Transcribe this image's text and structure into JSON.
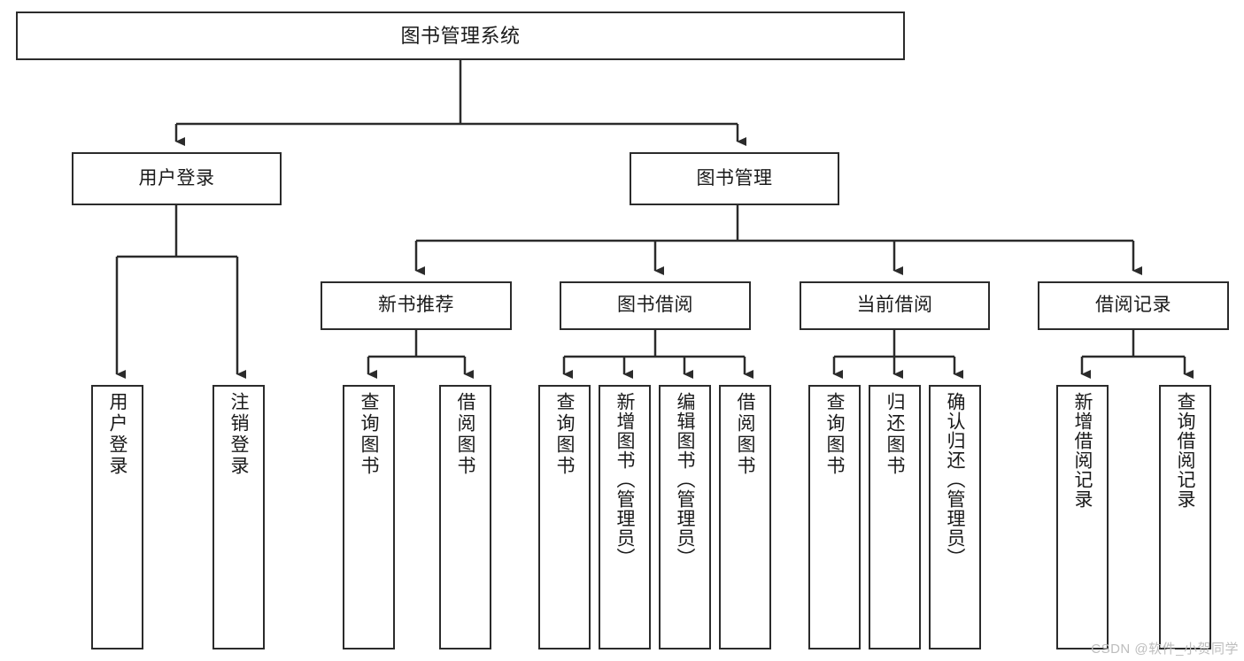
{
  "diagram": {
    "type": "tree",
    "title": "图书管理系统",
    "watermark": "CSDN @软件_小贺同学",
    "colors": {
      "background": "#ffffff",
      "stroke": "#2b2b2b",
      "node_fill": "#ffffff",
      "text": "#1a1a1a",
      "watermark": "#bdbdbd"
    },
    "nodes": {
      "root": {
        "label": "图书管理系统",
        "level": 1
      },
      "user_login": {
        "label": "用户登录",
        "level": 2
      },
      "book_manage": {
        "label": "图书管理",
        "level": 2
      },
      "new_book_rec": {
        "label": "新书推荐",
        "level": 3
      },
      "book_borrow": {
        "label": "图书借阅",
        "level": 3
      },
      "current_borrow": {
        "label": "当前借阅",
        "level": 3
      },
      "borrow_record": {
        "label": "借阅记录",
        "level": 3
      },
      "leaf_user_login": {
        "label": "用户登录",
        "level": 4
      },
      "leaf_logout": {
        "label": "注销登录",
        "level": 4
      },
      "leaf_query_book_1": {
        "label": "查询图书",
        "level": 4
      },
      "leaf_borrow_book_1": {
        "label": "借阅图书",
        "level": 4
      },
      "leaf_query_book_2": {
        "label": "查询图书",
        "level": 4
      },
      "leaf_add_book_admin": {
        "label": "新增图书（管理员）",
        "level": 4
      },
      "leaf_edit_book_admin": {
        "label": "编辑图书（管理员）",
        "level": 4
      },
      "leaf_borrow_book_2": {
        "label": "借阅图书",
        "level": 4
      },
      "leaf_query_book_3": {
        "label": "查询图书",
        "level": 4
      },
      "leaf_return_book": {
        "label": "归还图书",
        "level": 4
      },
      "leaf_confirm_return_admin": {
        "label": "确认归还（管理员）",
        "level": 4
      },
      "leaf_add_record": {
        "label": "新增借阅记录",
        "level": 4
      },
      "leaf_query_record": {
        "label": "查询借阅记录",
        "level": 4
      }
    },
    "edges": [
      {
        "from": "root",
        "to": "user_login"
      },
      {
        "from": "root",
        "to": "book_manage"
      },
      {
        "from": "user_login",
        "to": "leaf_user_login"
      },
      {
        "from": "user_login",
        "to": "leaf_logout"
      },
      {
        "from": "book_manage",
        "to": "new_book_rec"
      },
      {
        "from": "book_manage",
        "to": "book_borrow"
      },
      {
        "from": "book_manage",
        "to": "current_borrow"
      },
      {
        "from": "book_manage",
        "to": "borrow_record"
      },
      {
        "from": "new_book_rec",
        "to": "leaf_query_book_1"
      },
      {
        "from": "new_book_rec",
        "to": "leaf_borrow_book_1"
      },
      {
        "from": "book_borrow",
        "to": "leaf_query_book_2"
      },
      {
        "from": "book_borrow",
        "to": "leaf_add_book_admin"
      },
      {
        "from": "book_borrow",
        "to": "leaf_edit_book_admin"
      },
      {
        "from": "book_borrow",
        "to": "leaf_borrow_book_2"
      },
      {
        "from": "current_borrow",
        "to": "leaf_query_book_3"
      },
      {
        "from": "current_borrow",
        "to": "leaf_return_book"
      },
      {
        "from": "current_borrow",
        "to": "leaf_confirm_return_admin"
      },
      {
        "from": "borrow_record",
        "to": "leaf_add_record"
      },
      {
        "from": "borrow_record",
        "to": "leaf_query_record"
      }
    ]
  }
}
